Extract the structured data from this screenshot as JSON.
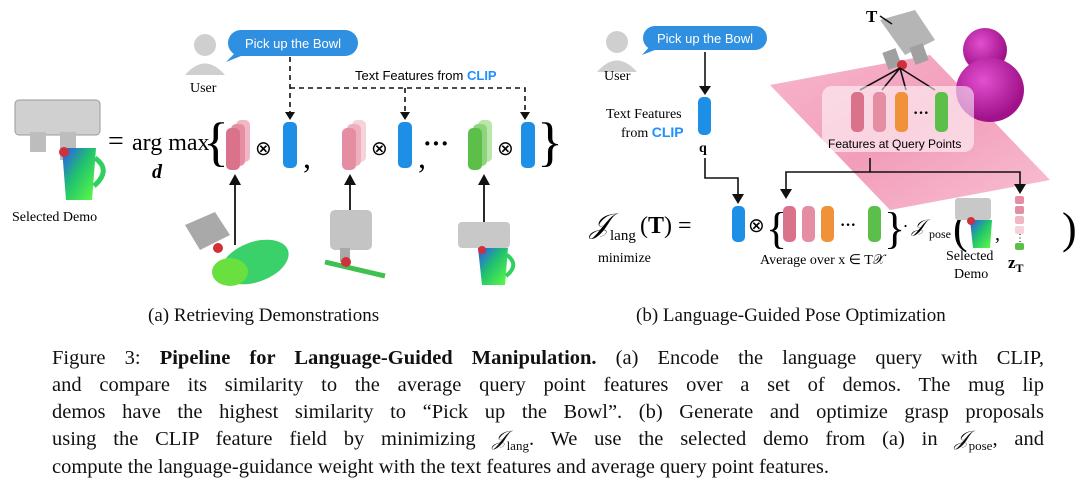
{
  "panel_a": {
    "user_label": "User",
    "bubble_text": "Pick up the Bowl",
    "text_features_prefix": "Text Features from ",
    "text_features_clip": "CLIP",
    "selected_demo_label": "Selected Demo",
    "eq_lhs": "=",
    "argmax": "arg max",
    "argmax_var": "d",
    "otimes": "⊗",
    "comma": ",",
    "ellipsis": "···",
    "subcaption": "(a) Retrieving Demonstrations"
  },
  "panel_b": {
    "user_label": "User",
    "bubble_text": "Pick up the Bowl",
    "text_features_line1": "Text Features",
    "text_features_line2_prefix": "from ",
    "text_features_clip": "CLIP",
    "q_label": "q",
    "t_label": "T",
    "features_query_label": "Features at Query Points",
    "objective_J": "𝒥",
    "objective_sub": "lang",
    "objective_arg": "(T) =",
    "minimize_label": "minimize",
    "average_label": "Average over x ∈ T𝒳",
    "dot_pose": "· 𝒥",
    "pose_sub": "pose",
    "selected_demo_label_1": "Selected",
    "selected_demo_label_2": "Demo",
    "z_label": "z",
    "z_sub": "T",
    "subcaption": "(b) Language-Guided Pose Optimization"
  },
  "caption": {
    "fig_label": "Figure 3: ",
    "title": "Pipeline for Language-Guided Manipulation.",
    "line1_rest": " (a) Encode the language query with CLIP,",
    "line2": "and compare its similarity to the average query point features over a set of demos.  The mug lip",
    "line3": "demos have the highest similarity to “Pick up the Bowl”. (b) Generate and optimize grasp proposals",
    "line4_a": "using the CLIP feature field by minimizing ",
    "line4_sub1": "lang",
    "line4_b": ". We use the selected demo from (a) in ",
    "line4_sub2": "pose",
    "line4_c": ", and",
    "line5": "compute the language-guidance weight with the text features and average query point features.",
    "j": "𝒥"
  },
  "colors": {
    "bubble": "#2f8fe0",
    "clip_blue": "#1e90ff",
    "feature_pink": "#d9728a",
    "feature_green": "#5cbf4a",
    "feature_orange": "#f0923a",
    "feature_blue": "#1e8fe6",
    "plane_pink": "#f49ab5",
    "magenta_object": "#c81fa8"
  }
}
